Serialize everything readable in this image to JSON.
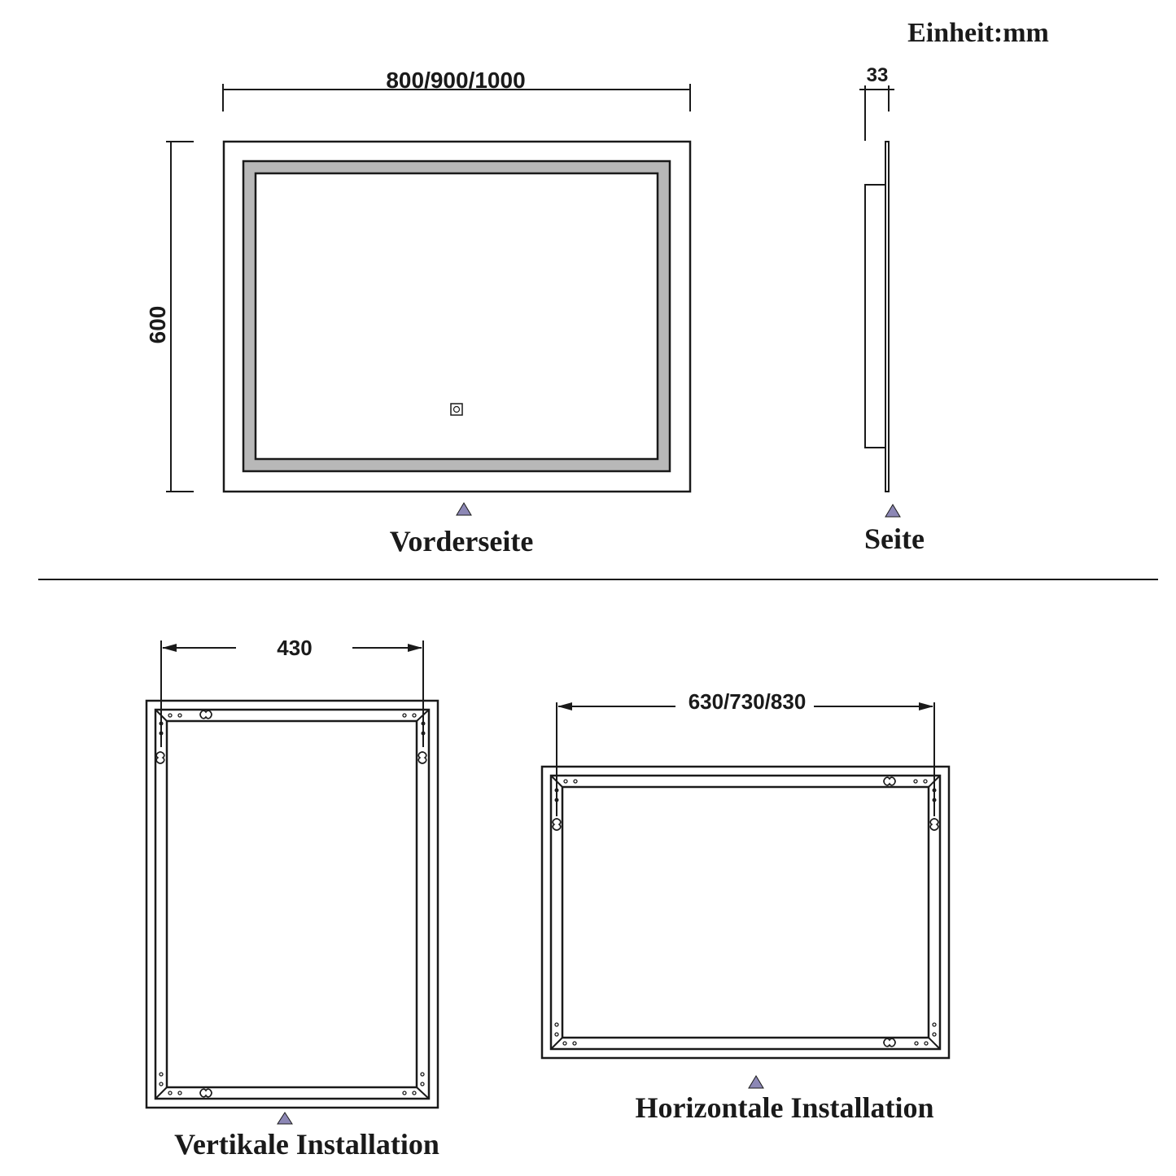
{
  "unit_label": "Einheit:mm",
  "front_view": {
    "label": "Vorderseite",
    "width_dim": "800/900/1000",
    "height_dim": "600"
  },
  "side_view": {
    "label": "Seite",
    "depth_dim": "33"
  },
  "vertical_install": {
    "label": "Vertikale Installation",
    "dim": "430"
  },
  "horizontal_install": {
    "label": "Horizontale Installation",
    "dim": "630/730/830"
  },
  "colors": {
    "line": "#1a1a1a",
    "led_strip": "#b8b8b8",
    "marker": "#8c87b5"
  }
}
